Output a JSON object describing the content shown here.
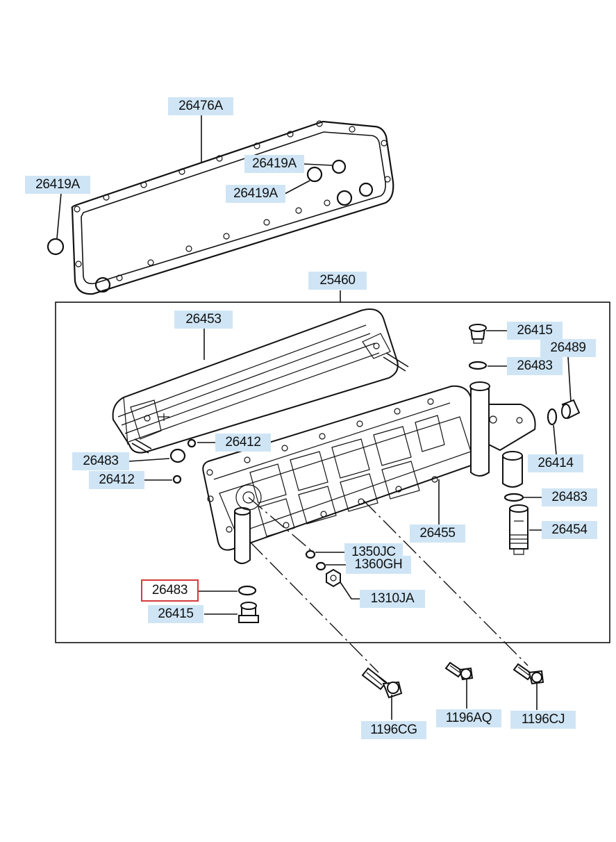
{
  "accent_color": "#cfe5f5",
  "selected_color": "#d33a3a",
  "labels": {
    "p26476A": "26476A",
    "p26419A_left": "26419A",
    "p26419A_upper": "26419A",
    "p26419A_lower": "26419A",
    "p25460": "25460",
    "p26453": "26453",
    "p26415_top": "26415",
    "p26489": "26489",
    "p26483_top": "26483",
    "p26412_upper": "26412",
    "p26483_left": "26483",
    "p26412_lower": "26412",
    "p26414": "26414",
    "p26483_right": "26483",
    "p26455": "26455",
    "p26454": "26454",
    "p1350JC": "1350JC",
    "p1360GH": "1360GH",
    "p26483_selected": "26483",
    "p1310JA": "1310JA",
    "p26415_bottom": "26415",
    "p1196CG": "1196CG",
    "p1196AQ": "1196AQ",
    "p1196CJ": "1196CJ"
  }
}
